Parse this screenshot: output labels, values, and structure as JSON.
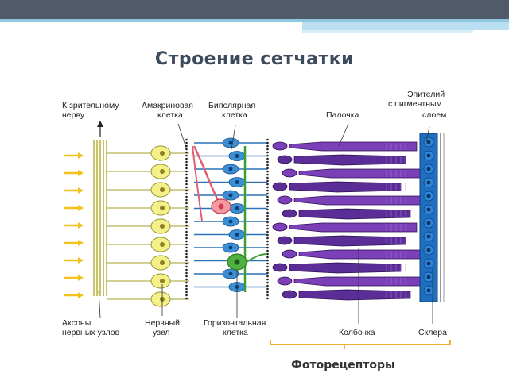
{
  "slide": {
    "title": "Строение сетчатки",
    "caption": "Фоторецепторы"
  },
  "labels": {
    "to_optic_nerve_line1": "К зрительному",
    "to_optic_nerve_line2": "нерву",
    "amacrine_line1": "Амакриновая",
    "amacrine_line2": "клетка",
    "bipolar_line1": "Биполярная",
    "bipolar_line2": "клетка",
    "rod": "Палочка",
    "epithelium_line1": "Эпителий",
    "epithelium_line2": "с пигментным",
    "epithelium_line3": "слоем",
    "axons_line1": "Аксоны",
    "axons_line2": "нервных узлов",
    "ganglion_line1": "Нервный",
    "ganglion_line2": "узел",
    "horizontal_line1": "Горизонтальная",
    "horizontal_line2": "клетка",
    "cone": "Колбочка",
    "sclera": "Склера"
  },
  "colors": {
    "ganglion": "#f4f08a",
    "bipolar": "#3b8fd6",
    "rod": "#7b3fb8",
    "cone": "#5b2d96",
    "epithelium": "#1e6fc0",
    "amacrine": "#e06070",
    "horizontal": "#3aa035",
    "arrow": "#f2c21a",
    "bracket": "#f0b030"
  }
}
